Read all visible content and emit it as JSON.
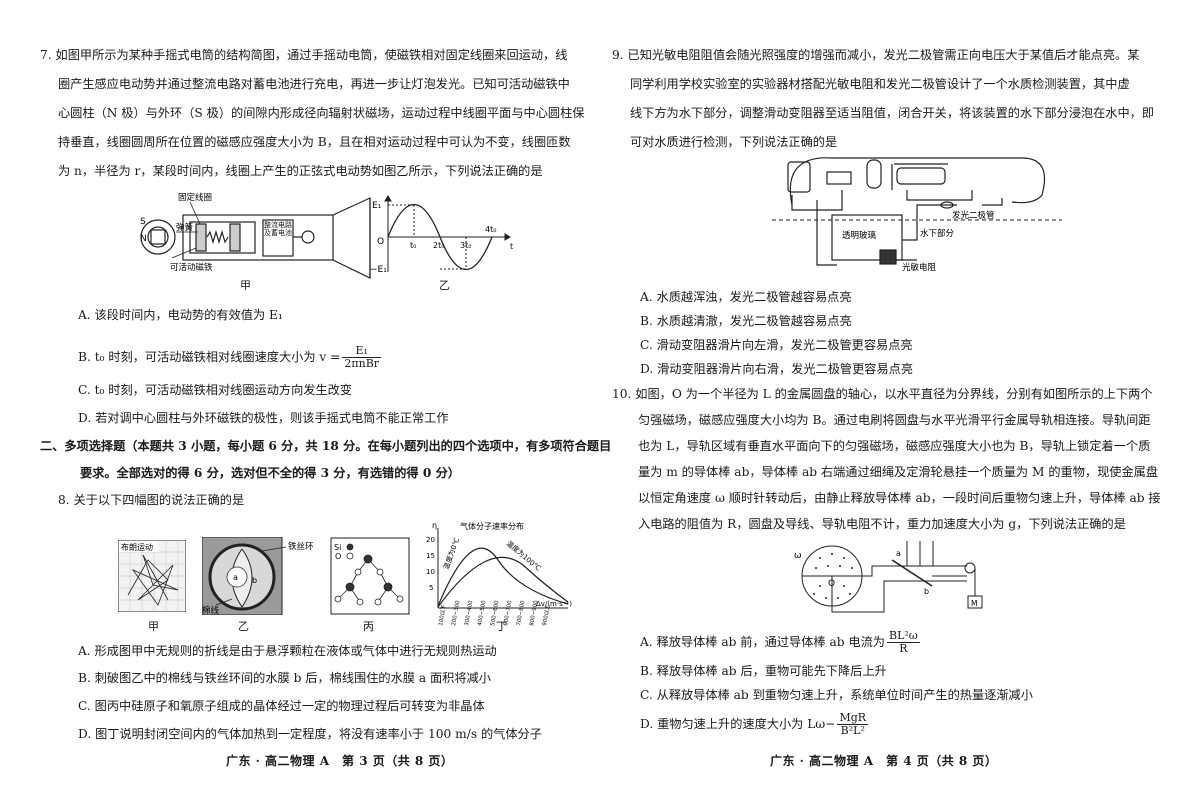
{
  "left": {
    "q7": {
      "lines": [
        "7. 如图甲所示为某种手摇式电筒的结构简图，通过手摇动电筒，使磁铁相对固定线圈来回运动，线",
        "圈产生感应电动势并通过整流电路对蓄电池进行充电，再进一步让灯泡发光。已知可活动磁铁中",
        "心圆柱（N 极）与外环（S 极）的间隙内形成径向辐射状磁场，运动过程中线圈平面与中心圆柱保",
        "持垂直，线圈圆周所在位置的磁感应强度大小为 B，且在相对运动过程中可认为不变，线圈匝数",
        "为 n，半径为 r，某段时间内，线圈上产生的正弦式电动势如图乙所示，下列说法正确的是"
      ],
      "fig_labels": {
        "fixed_coil": "固定线圈",
        "spring": "弹簧",
        "movable_magnet": "可活动磁铁",
        "rectifier": "整流电路及蓄电池",
        "n_pole": "N",
        "s_pole": "S",
        "cap_jia": "甲",
        "cap_yi": "乙",
        "e1": "E₁",
        "neg_e1": "−E₁",
        "origin": "O",
        "t0": "t₀",
        "t2": "2t₀",
        "t3": "3t₀",
        "t4": "4t₀",
        "t_axis": "t"
      },
      "options": {
        "a": "A. 该段时间内，电动势的有效值为 E₁",
        "b_pre": "B. t₀ 时刻，可活动磁铁相对线圈速度大小为 v =",
        "b_num": "E₁",
        "b_den": "2πnBr",
        "c": "C. t₀ 时刻，可活动磁铁相对线圈运动方向发生改变",
        "d": "D. 若对调中心圆柱与外环磁铁的极性，则该手摇式电筒不能正常工作"
      }
    },
    "section": [
      "二、多项选择题（本题共 3 小题，每小题 6 分，共 18 分。在每小题列出的四个选项中，有多项符合题目",
      "要求。全部选对的得 6 分，选对但不全的得 3 分，有选错的得 0 分）"
    ],
    "q8": {
      "stem": "8. 关于以下四幅图的说法正确的是",
      "fig_labels": {
        "brownian": "布朗运动",
        "wire_ring": "铁丝环",
        "cotton": "棉线",
        "a": "a",
        "b": "b",
        "si": "Si",
        "o": "O",
        "dist_title": "气体分子速率分布",
        "y_axis": "η",
        "t0c": "温度为0℃",
        "t100c": "温度为100℃",
        "x_axis": "Δv/(m·s⁻¹)",
        "y_ticks": [
          "20",
          "15",
          "10",
          "5"
        ],
        "x_ticks": [
          "100以下",
          "200~300",
          "300~400",
          "400~500",
          "500~600",
          "600~700",
          "700~800",
          "800~900",
          "900以上"
        ],
        "cap_jia": "甲",
        "cap_yi": "乙",
        "cap_bing": "丙",
        "cap_ding": "丁"
      },
      "options": {
        "a": "A. 形成图甲中无规则的折线是由于悬浮颗粒在液体或气体中进行无规则热运动",
        "b": "B. 刺破图乙中的棉线与铁丝环间的水膜 b 后，棉线围住的水膜 a 面积将减小",
        "c": "C. 图丙中硅原子和氧原子组成的晶体经过一定的物理过程后可转变为非晶体",
        "d": "D. 图丁说明封闭空间内的气体加热到一定程度，将没有速率小于 100 m/s 的气体分子"
      }
    },
    "footer": "广东 · 高二物理 A　第 3 页（共 8 页）"
  },
  "right": {
    "q9": {
      "lines": [
        "9. 已知光敏电阻阻值会随光照强度的增强而减小，发光二极管需正向电压大于某值后才能点亮。某",
        "同学利用学校实验室的实验器材搭配光敏电阻和发光二极管设计了一个水质检测装置，其中虚",
        "线下方为水下部分，调整滑动变阻器至适当阻值，闭合开关，将该装置的水下部分浸泡在水中，即",
        "可对水质进行检测，下列说法正确的是"
      ],
      "fig_labels": {
        "led": "发光二极管",
        "underwater": "水下部分",
        "glass": "透明玻璃",
        "ldr": "光敏电阻"
      },
      "options": {
        "a": "A. 水质越浑浊，发光二极管越容易点亮",
        "b": "B. 水质越清澈，发光二极管越容易点亮",
        "c": "C. 滑动变阻器滑片向左滑，发光二极管更容易点亮",
        "d": "D. 滑动变阻器滑片向右滑，发光二极管更容易点亮"
      }
    },
    "q10": {
      "lines": [
        "10. 如图，O 为一个半径为 L 的金属圆盘的轴心，以水平直径为分界线，分别有如图所示的上下两个",
        "匀强磁场，磁感应强度大小均为 B。通过电刷将圆盘与水平光滑平行金属导轨相连接。导轨间距",
        "也为 L，导轨区域有垂直水平面向下的匀强磁场，磁感应强度大小也为 B，导轨上锁定着一个质",
        "量为 m 的导体棒 ab，导体棒 ab 右端通过细绳及定滑轮悬挂一个质量为 M 的重物，现使金属盘",
        "以恒定角速度 ω 顺时针转动后，由静止释放导体棒 ab，一段时间后重物匀速上升，导体棒 ab 接",
        "入电路的阻值为 R，圆盘及导线、导轨电阻不计，重力加速度大小为 g，下列说法正确的是"
      ],
      "fig_labels": {
        "omega": "ω",
        "o": "O",
        "a": "a",
        "b": "b",
        "m": "M"
      },
      "options": {
        "a_pre": "A. 释放导体棒 ab 前，通过导体棒 ab 电流为",
        "a_num": "BL²ω",
        "a_den": "R",
        "b": "B. 释放导体棒 ab 后，重物可能先下降后上升",
        "c": "C. 从释放导体棒 ab 到重物匀速上升，系统单位时间产生的热量逐渐减小",
        "d_pre": "D. 重物匀速上升的速度大小为 Lω−",
        "d_num": "MgR",
        "d_den": "B²L²"
      }
    },
    "footer": "广东 · 高二物理 A　第 4 页（共 8 页）"
  }
}
